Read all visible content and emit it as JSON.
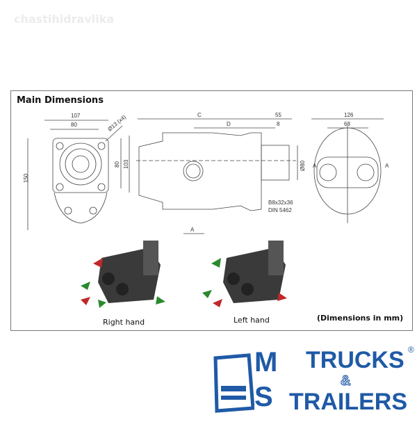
{
  "watermark": "chastihidravlika",
  "panel": {
    "title": "Main Dimensions",
    "front_view": {
      "width_outer": "107",
      "width_inner": "80",
      "hole": "Ø13 (x4)",
      "height_total": "150",
      "height_inner": "80",
      "height_mid": "103"
    },
    "side_view": {
      "c": "C",
      "d": "D",
      "shaft_len": "55",
      "shaft_step": "8",
      "shaft_dia": "Ø80",
      "spline": "B8x32x36",
      "standard": "DIN 5462",
      "a": "A"
    },
    "end_view": {
      "width_outer": "126",
      "width_inner": "68",
      "section_left": "A",
      "section_right": "A"
    },
    "captions": {
      "right_hand": "Right hand",
      "left_hand": "Left hand",
      "units": "(Dimensions in mm)"
    },
    "colors": {
      "arrow_red": "#c0282a",
      "arrow_green": "#2a8a2e"
    }
  },
  "logo": {
    "m": "M",
    "s": "S",
    "trucks": "TRUCKS",
    "amp": "&",
    "trailers": "TRAILERS",
    "registered": "®",
    "color": "#1f5aa6"
  }
}
